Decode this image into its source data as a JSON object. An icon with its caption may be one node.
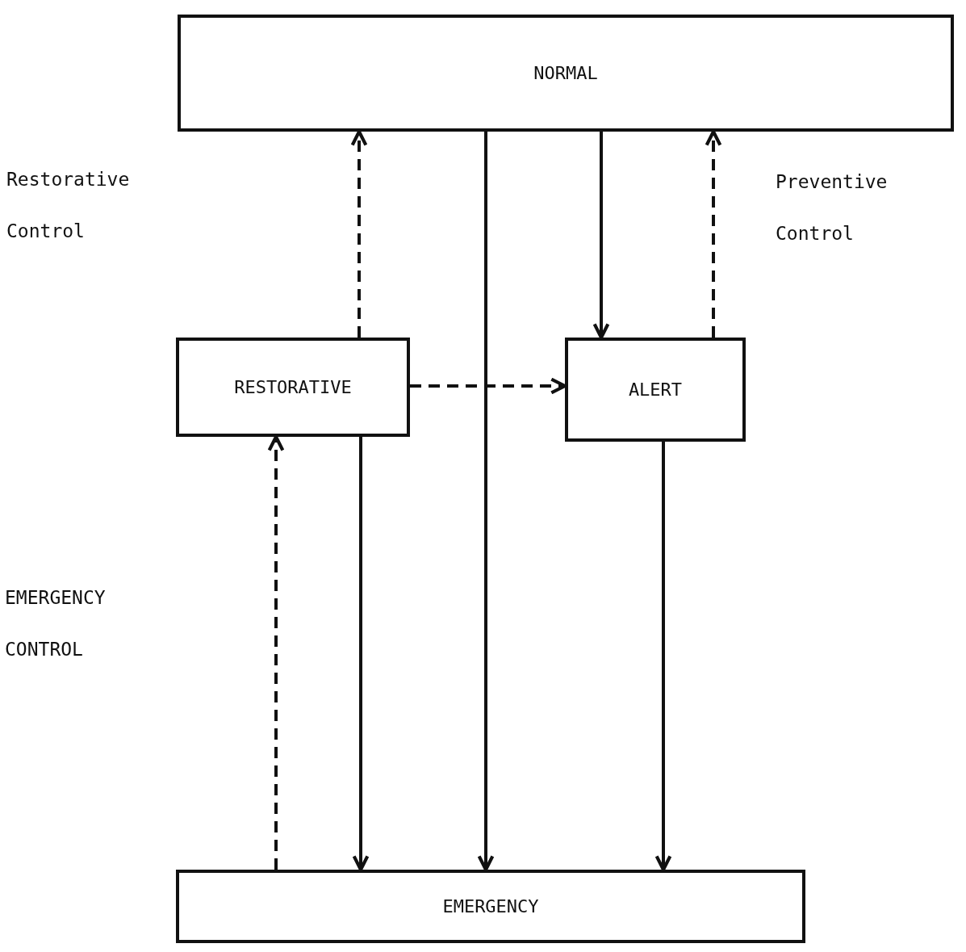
{
  "diagram": {
    "nodes": [
      {
        "text": [
          "NORMAL"
        ]
      },
      {
        "text": [
          "RESTORATIVE"
        ]
      },
      {
        "text": [
          "ALERT"
        ]
      },
      {
        "text": [
          "EMERGENCY"
        ]
      }
    ],
    "edges": [
      {
        "from": 1,
        "to": 0,
        "arrow": "to",
        "style": "dashed"
      },
      {
        "from": 0,
        "to": 2,
        "arrow": "to"
      },
      {
        "from": 2,
        "to": 0,
        "arrow": "to",
        "style": "dashed"
      },
      {
        "from": 1,
        "to": 2,
        "arrow": "to",
        "style": "dashed"
      },
      {
        "from": 0,
        "to": 3,
        "arrow": "to"
      },
      {
        "from": 1,
        "to": 3,
        "arrow": "to"
      },
      {
        "from": 2,
        "to": 3,
        "arrow": "to"
      },
      {
        "from": 3,
        "to": 1,
        "arrow": "to",
        "style": "dashed"
      }
    ],
    "labels": [
      "Restorative Control",
      "Preventive Control",
      "EMERGENCY CONTROL"
    ]
  }
}
